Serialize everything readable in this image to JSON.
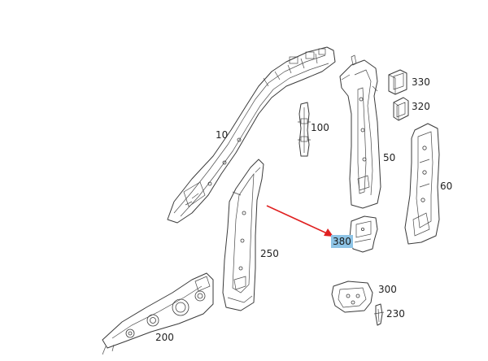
{
  "diagram": {
    "parts": [
      {
        "id": "10",
        "label": "10"
      },
      {
        "id": "100",
        "label": "100"
      },
      {
        "id": "50",
        "label": "50"
      },
      {
        "id": "330",
        "label": "330"
      },
      {
        "id": "320",
        "label": "320"
      },
      {
        "id": "60",
        "label": "60"
      },
      {
        "id": "250",
        "label": "250"
      },
      {
        "id": "380",
        "label": "380"
      },
      {
        "id": "300",
        "label": "300"
      },
      {
        "id": "230",
        "label": "230"
      },
      {
        "id": "200",
        "label": "200"
      }
    ],
    "selected_part": "380",
    "arrow_color": "#e02020",
    "highlight_color": "#8ec4e6"
  }
}
